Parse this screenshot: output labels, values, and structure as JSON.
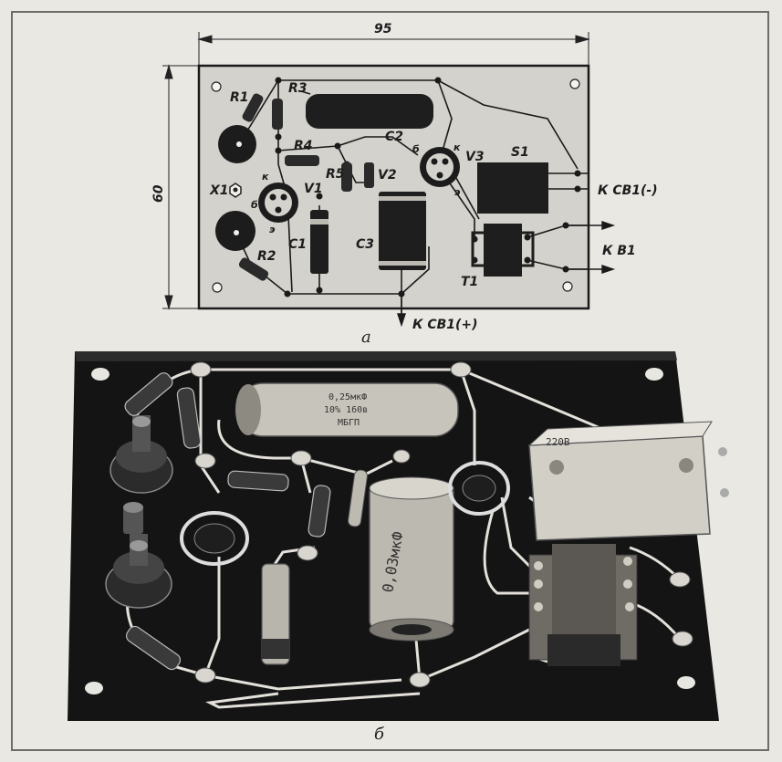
{
  "figure": {
    "dimension_width": "95",
    "dimension_height": "60",
    "caption_a": "а",
    "caption_b": "б",
    "components": {
      "R1": "R1",
      "R2": "R2",
      "R3": "R3",
      "R4": "R4",
      "R5": "R5",
      "C1": "C1",
      "C2": "C2",
      "C3": "C3",
      "V1": "V1",
      "V2": "V2",
      "V3": "V3",
      "X1": "X1",
      "S1": "S1",
      "T1": "T1"
    },
    "pin_labels": {
      "k": "к",
      "b": "б",
      "e": "э"
    },
    "terminals": {
      "sb1_minus": "К СВ1(-)",
      "sb1_plus": "К СВ1(+)",
      "b1": "К В1"
    },
    "photo_labels": {
      "cap_big_line1": "0,25мкФ",
      "cap_big_line2": "10% 160в",
      "cap_big_line3": "МБГП",
      "relay_rating": "220В",
      "c3_label": "0,03мкФ"
    }
  }
}
